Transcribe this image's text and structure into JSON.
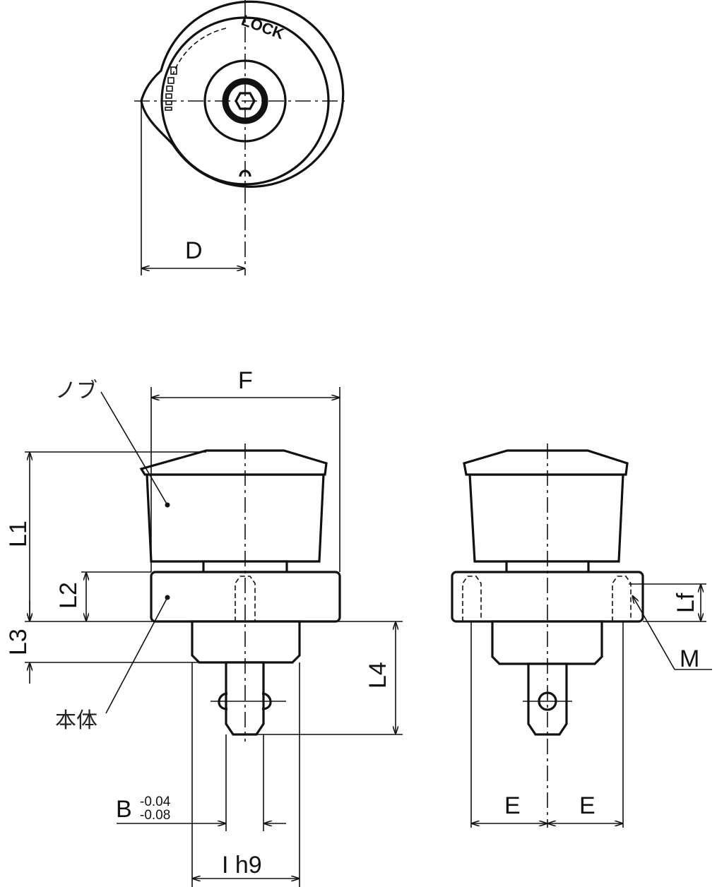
{
  "top_view": {
    "lock_text": "LOCK",
    "dim_d": "D"
  },
  "front_view": {
    "dim_f": "F",
    "knob_label": "ノブ",
    "body_label": "本体",
    "dim_l1": "L1",
    "dim_l2": "L2",
    "dim_l3": "L3",
    "dim_l4": "L4",
    "dim_b": "B",
    "tol_upper": "-0.04",
    "tol_lower": "-0.08",
    "dim_i": "I h9"
  },
  "side_view": {
    "dim_e_left": "E",
    "dim_e_right": "E",
    "dim_lf": "Lf",
    "dim_m": "M"
  }
}
